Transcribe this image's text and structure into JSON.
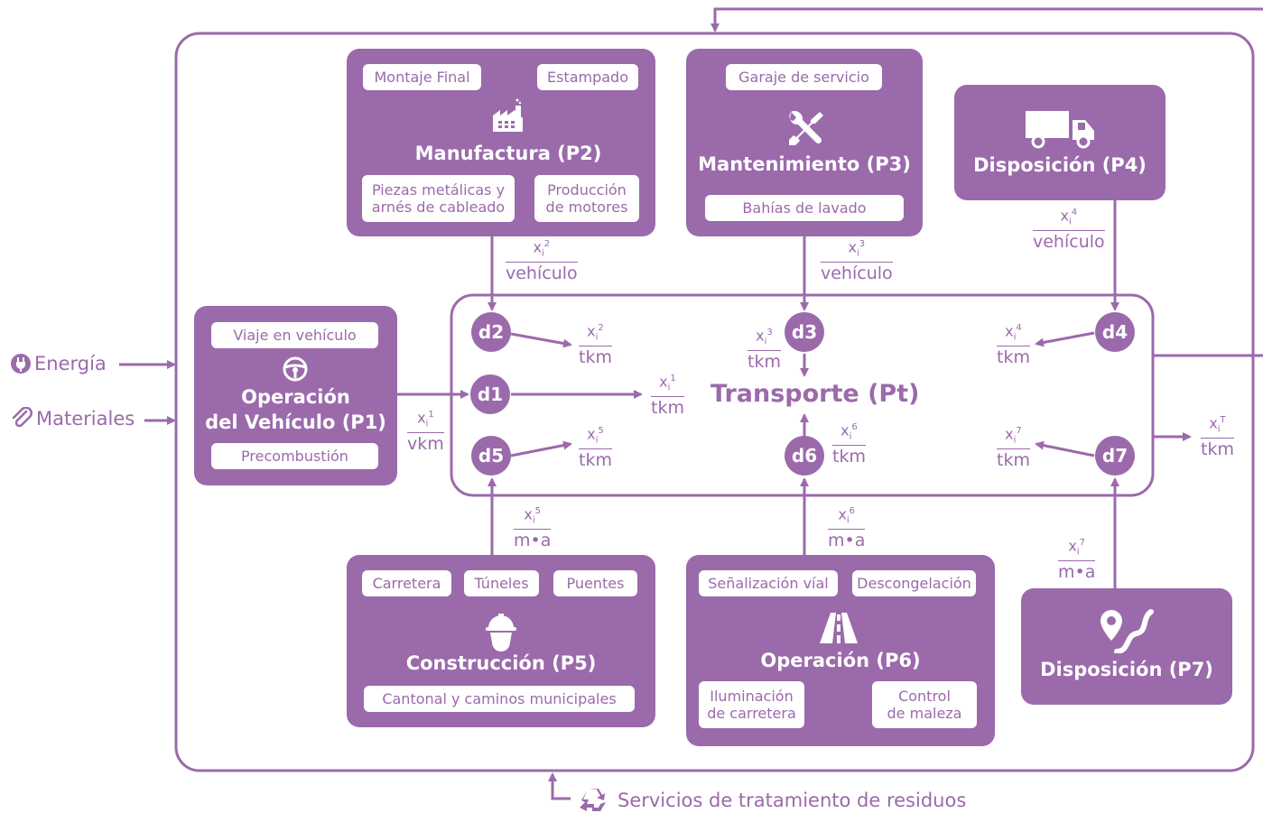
{
  "inputs": {
    "energy": "Energía",
    "materials": "Materiales"
  },
  "waste_services": "Servicios de tratamiento de residuos",
  "transport_title": "Transporte (Pt)",
  "p1": {
    "title_line1": "Operación",
    "title_line2": "del Vehículo (P1)",
    "top_pill": "Viaje en vehículo",
    "bottom_pill": "Precombustión"
  },
  "p2": {
    "title": "Manufactura (P2)",
    "pill_tl": "Montaje Final",
    "pill_tr": "Estampado",
    "pill_bl_1": "Piezas metálicas y",
    "pill_bl_2": "arnés de cableado",
    "pill_br_1": "Producción",
    "pill_br_2": "de motores"
  },
  "p3": {
    "title": "Mantenimiento (P3)",
    "pill_top": "Garaje de servicio",
    "pill_bottom": "Bahías de lavado"
  },
  "p4": {
    "title": "Disposición (P4)"
  },
  "p5": {
    "title": "Construcción (P5)",
    "pill_1": "Carretera",
    "pill_2": "Túneles",
    "pill_3": "Puentes",
    "pill_bottom": "Cantonal y caminos municipales"
  },
  "p6": {
    "title": "Operación (P6)",
    "pill_1": "Señalización víal",
    "pill_2": "Descongelación",
    "pill_bl_1": "Iluminación",
    "pill_bl_2": "de carretera",
    "pill_br_1": "Control",
    "pill_br_2": "de maleza"
  },
  "p7": {
    "title": "Disposición (P7)"
  },
  "nodes": {
    "d1": "d1",
    "d2": "d2",
    "d3": "d3",
    "d4": "d4",
    "d5": "d5",
    "d6": "d6",
    "d7": "d7"
  },
  "fractions": {
    "f_p2": {
      "x": "x",
      "sub": "i",
      "sup": "2",
      "den": "vehículo"
    },
    "f_p3": {
      "x": "x",
      "sub": "i",
      "sup": "3",
      "den": "vehículo"
    },
    "f_p4": {
      "x": "x",
      "sub": "i",
      "sup": "4",
      "den": "vehículo"
    },
    "f_p1": {
      "x": "x",
      "sub": "i",
      "sup": "1",
      "den": "vkm"
    },
    "f_p5": {
      "x": "x",
      "sub": "i",
      "sup": "5",
      "den": "m•a"
    },
    "f_p6": {
      "x": "x",
      "sub": "i",
      "sup": "6",
      "den": "m•a"
    },
    "f_p7": {
      "x": "x",
      "sub": "i",
      "sup": "7",
      "den": "m•a"
    },
    "f_d2": {
      "x": "x",
      "sub": "i",
      "sup": "2",
      "den": "tkm"
    },
    "f_d1": {
      "x": "x",
      "sub": "i",
      "sup": "1",
      "den": "tkm"
    },
    "f_d5": {
      "x": "x",
      "sub": "i",
      "sup": "5",
      "den": "tkm"
    },
    "f_d3": {
      "x": "x",
      "sub": "i",
      "sup": "3",
      "den": "tkm"
    },
    "f_d6": {
      "x": "x",
      "sub": "i",
      "sup": "6",
      "den": "tkm"
    },
    "f_d4": {
      "x": "x",
      "sub": "i",
      "sup": "4",
      "den": "tkm"
    },
    "f_d7": {
      "x": "x",
      "sub": "i",
      "sup": "7",
      "den": "tkm"
    },
    "f_T": {
      "x": "x",
      "sub": "i",
      "sup": "T",
      "den": "tkm"
    }
  },
  "colors": {
    "accent": "#9b6aab",
    "background": "#ffffff"
  }
}
